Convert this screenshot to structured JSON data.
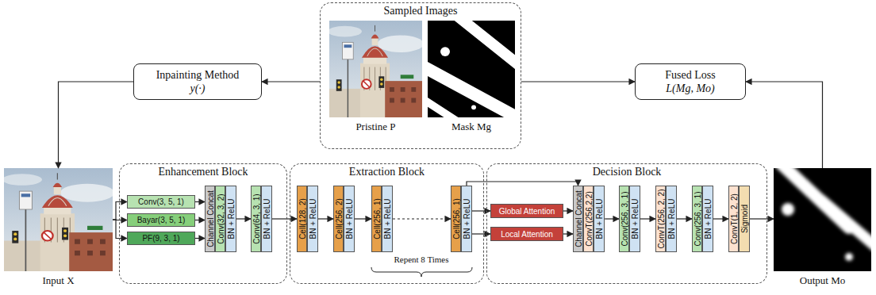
{
  "diagram": {
    "nodes": [
      {
        "text": [
          "Sampled Images"
        ]
      },
      {
        "text": [
          "Pristine P"
        ],
        "in": 0
      },
      {
        "text": [
          "Mask Mg"
        ],
        "in": 0
      },
      {
        "text": [
          "Inpainting Method",
          "y(·)"
        ]
      },
      {
        "text": [
          "Fused Loss",
          "L(Mg, Mo)"
        ]
      },
      {
        "text": [
          "Input X"
        ]
      },
      {
        "text": [
          "Enhancement Block"
        ]
      },
      {
        "text": [
          "Conv(3, 5, 1)"
        ],
        "in": 6
      },
      {
        "text": [
          "Bayar(3, 5, 1)"
        ],
        "in": 6
      },
      {
        "text": [
          "PF(9, 3, 1)"
        ],
        "in": 6
      },
      {
        "text": [
          "Channel Concat"
        ],
        "in": 6
      },
      {
        "text": [
          "Conv(32, 3, 2)"
        ],
        "in": 6
      },
      {
        "text": [
          "BN + ReLU"
        ],
        "in": 6
      },
      {
        "text": [
          "Conv(64, 3, 1)"
        ],
        "in": 6
      },
      {
        "text": [
          "BN + ReLU"
        ],
        "in": 6
      },
      {
        "text": [
          "Extraction Block"
        ]
      },
      {
        "text": [
          "Cell(128, 2)"
        ],
        "in": 15
      },
      {
        "text": [
          "BN + ReLU"
        ],
        "in": 15
      },
      {
        "text": [
          "Cell(256, 2)"
        ],
        "in": 15
      },
      {
        "text": [
          "BN + ReLU"
        ],
        "in": 15
      },
      {
        "text": [
          "Cell(256, 1)"
        ],
        "in": 15
      },
      {
        "text": [
          "BN + ReLU"
        ],
        "in": 15
      },
      {
        "text": [
          "Cell(256, 1)"
        ],
        "in": 15
      },
      {
        "text": [
          "BN + ReLU"
        ],
        "in": 15
      },
      {
        "text": [
          "Decision Block"
        ]
      },
      {
        "text": [
          "Global Attention"
        ],
        "in": 24
      },
      {
        "text": [
          "Local Attention"
        ],
        "in": 24
      },
      {
        "text": [
          "Channel Concat"
        ],
        "in": 24
      },
      {
        "text": [
          "ConvT(256,2,2)"
        ],
        "in": 24
      },
      {
        "text": [
          "BN + ReLU"
        ],
        "in": 24
      },
      {
        "text": [
          "Conv(256, 3, 1)"
        ],
        "in": 24
      },
      {
        "text": [
          "BN + ReLU"
        ],
        "in": 24
      },
      {
        "text": [
          "ConvT(256, 2, 2)"
        ],
        "in": 24
      },
      {
        "text": [
          "BN + ReLU"
        ],
        "in": 24
      },
      {
        "text": [
          "Conv(256, 3, 1)"
        ],
        "in": 24
      },
      {
        "text": [
          "BN + ReLU"
        ],
        "in": 24
      },
      {
        "text": [
          "ConvT(1, 2, 2)"
        ],
        "in": 24
      },
      {
        "text": [
          "Sigmoid"
        ],
        "in": 24
      },
      {
        "text": [
          "Output Mo"
        ]
      }
    ],
    "edges": [
      {
        "from": 0,
        "to": 3,
        "arrow": "to"
      },
      {
        "from": 3,
        "to": 5,
        "arrow": "to"
      },
      {
        "from": 0,
        "to": 4,
        "arrow": "to"
      },
      {
        "from": 38,
        "to": 4,
        "arrow": "to"
      },
      {
        "from": 5,
        "to": 7,
        "arrow": "to"
      },
      {
        "from": 5,
        "to": 8,
        "arrow": "to"
      },
      {
        "from": 5,
        "to": 9,
        "arrow": "to"
      },
      {
        "from": 7,
        "to": 10,
        "arrow": "to"
      },
      {
        "from": 8,
        "to": 10,
        "arrow": "to"
      },
      {
        "from": 9,
        "to": 10,
        "arrow": "to"
      },
      {
        "from": 12,
        "to": 13,
        "arrow": "to"
      },
      {
        "from": 14,
        "to": 16,
        "arrow": "to"
      },
      {
        "from": 17,
        "to": 18,
        "arrow": "to"
      },
      {
        "from": 19,
        "to": 20,
        "arrow": "to"
      },
      {
        "from": 21,
        "to": 22,
        "arrow": "to"
      },
      {
        "from": 23,
        "to": 25,
        "arrow": "to"
      },
      {
        "from": 23,
        "to": 26,
        "arrow": "to"
      },
      {
        "from": 23,
        "to": 27,
        "arrow": "to"
      },
      {
        "from": 25,
        "to": 27,
        "arrow": "to"
      },
      {
        "from": 26,
        "to": 27,
        "arrow": "to"
      },
      {
        "from": 29,
        "to": 30,
        "arrow": "to"
      },
      {
        "from": 31,
        "to": 32,
        "arrow": "to"
      },
      {
        "from": 33,
        "to": 34,
        "arrow": "to"
      },
      {
        "from": 35,
        "to": 36,
        "arrow": "to"
      },
      {
        "from": 37,
        "to": 38,
        "arrow": "to"
      }
    ],
    "labels": [
      "Repent 8 Times"
    ]
  }
}
